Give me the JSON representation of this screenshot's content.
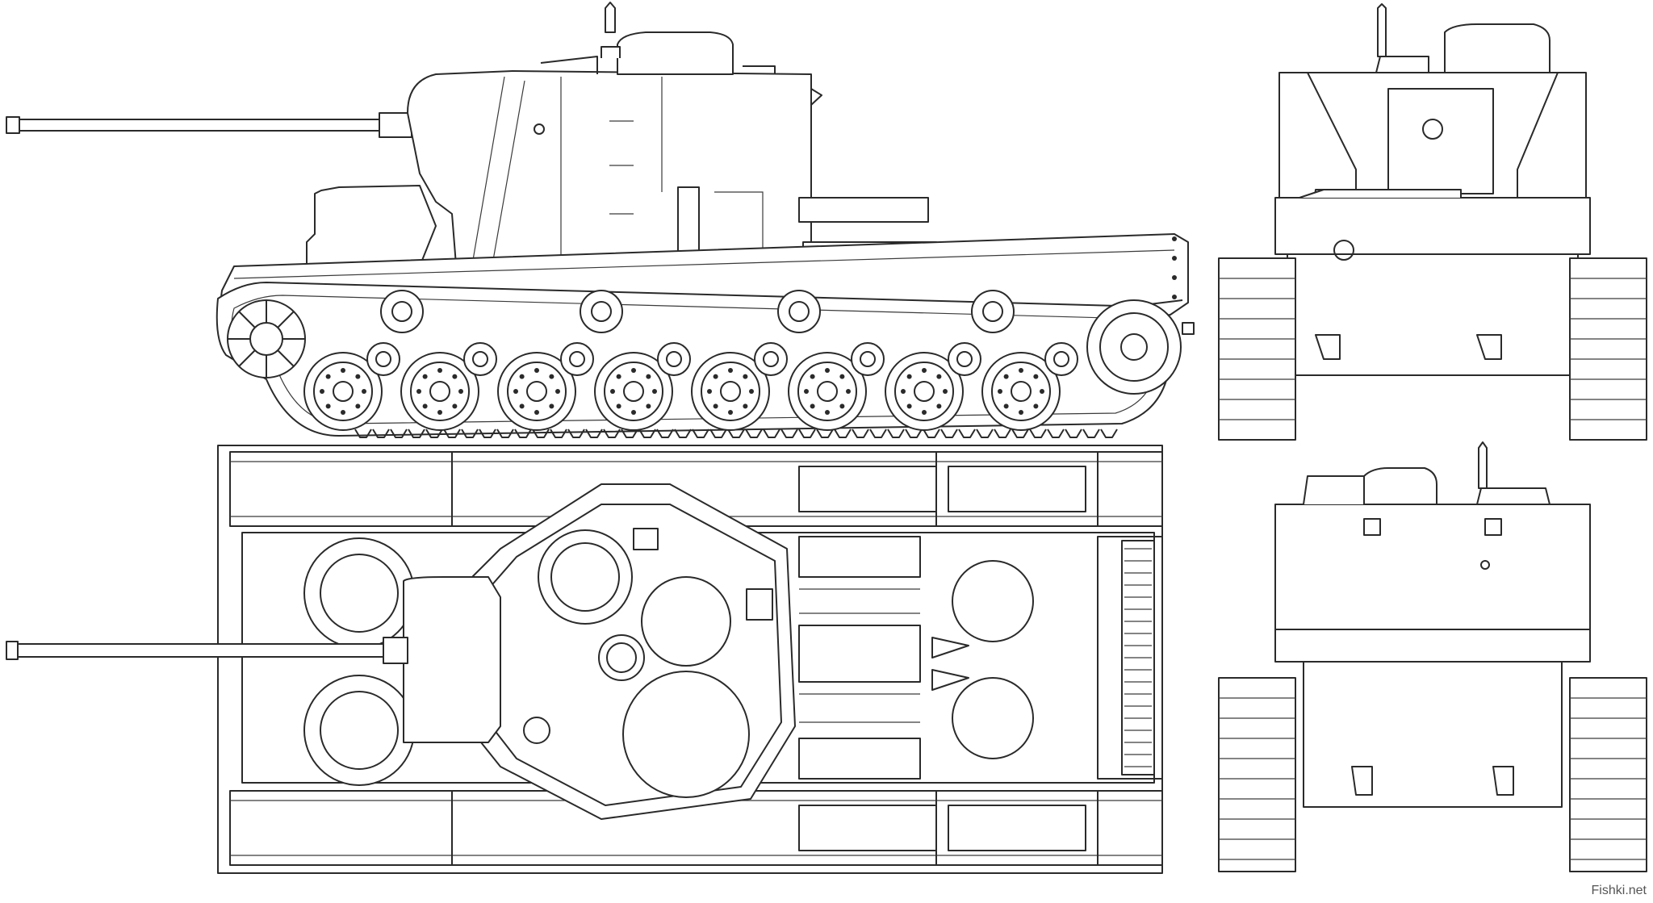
{
  "watermark": "Fishki.net",
  "colors": {
    "line": "#2a2a2a",
    "paper": "#ffffff"
  },
  "views": [
    "side-view",
    "top-view",
    "front-view",
    "rear-view"
  ]
}
